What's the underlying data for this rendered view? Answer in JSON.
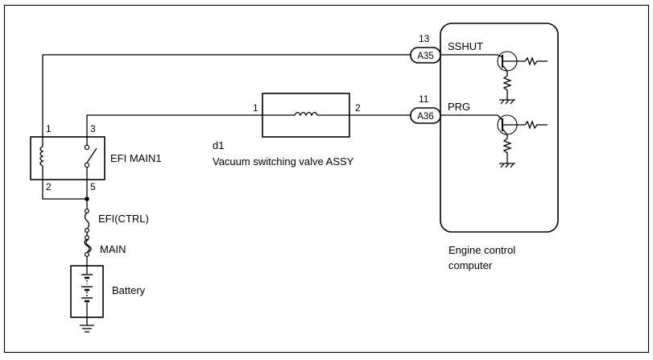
{
  "relay": {
    "name": "EFI MAIN1",
    "pins": {
      "coil_top": "1",
      "switch_top": "3",
      "coil_bottom": "2",
      "switch_bottom": "5"
    }
  },
  "fuses": {
    "efi_ctrl": "EFI(CTRL)",
    "main": "MAIN"
  },
  "battery": {
    "label": "Battery"
  },
  "valve": {
    "code": "d1",
    "name": "Vacuum switching valve ASSY",
    "pin_left": "1",
    "pin_right": "2"
  },
  "ecu": {
    "label_line1": "Engine control",
    "label_line2": "computer",
    "terminals": [
      {
        "pin": "13",
        "connector": "A35",
        "signal": "SSHUT"
      },
      {
        "pin": "11",
        "connector": "A36",
        "signal": "PRG"
      }
    ]
  }
}
